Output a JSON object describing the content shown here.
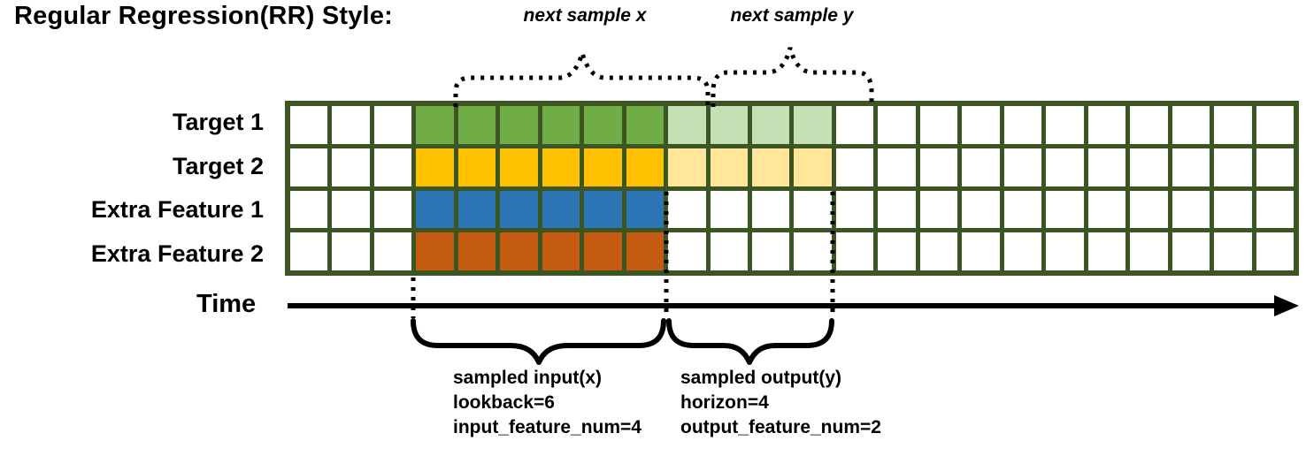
{
  "title": "Regular Regression(RR) Style:",
  "colors": {
    "grid_line": "#3B5623",
    "target1_lookback": "#70AD47",
    "target1_horizon": "#C5E0B4",
    "target2_lookback": "#FFC000",
    "target2_horizon": "#FFE699",
    "extra_feature1": "#2E75B6",
    "extra_feature2": "#C55A11",
    "line_work": "#000000"
  },
  "top_annotations": {
    "next_sample_x": "next sample x",
    "next_sample_y": "next sample y"
  },
  "rows": [
    {
      "label": "Target 1",
      "lookback_color": "#70AD47",
      "horizon_color": "#C5E0B4"
    },
    {
      "label": "Target 2",
      "lookback_color": "#FFC000",
      "horizon_color": "#FFE699"
    },
    {
      "label": "Extra Feature 1",
      "lookback_color": "#2E75B6",
      "horizon_color": null
    },
    {
      "label": "Extra Feature 2",
      "lookback_color": "#C55A11",
      "horizon_color": null
    }
  ],
  "grid": {
    "columns": 24,
    "lead_empty": 3,
    "lookback": 6,
    "horizon": 4
  },
  "time_axis": {
    "label": "Time"
  },
  "sampled_input": {
    "lines": [
      "sampled input(x)",
      "lookback=6",
      "input_feature_num=4"
    ]
  },
  "sampled_output": {
    "lines": [
      "sampled output(y)",
      "horizon=4",
      "output_feature_num=2"
    ]
  }
}
